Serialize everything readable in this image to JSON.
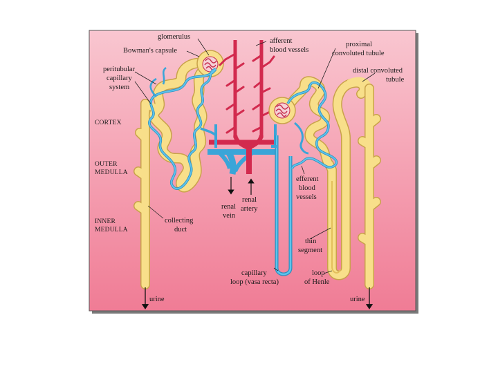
{
  "labels": {
    "glomerulus": "glomerulus",
    "bowmans_capsule": "Bowman's capsule",
    "peritubular_1": "peritubular",
    "peritubular_2": "capillary",
    "peritubular_3": "system",
    "afferent_1": "afferent",
    "afferent_2": "blood vessels",
    "proximal_1": "proximal",
    "proximal_2": "convoluted tubule",
    "distal_1": "distal convoluted",
    "distal_2": "tubule",
    "renal_vein_1": "renal",
    "renal_vein_2": "vein",
    "renal_artery_1": "renal",
    "renal_artery_2": "artery",
    "efferent_1": "efferent",
    "efferent_2": "blood",
    "efferent_3": "vessels",
    "collecting_1": "collecting",
    "collecting_2": "duct",
    "thin_1": "thin",
    "thin_2": "segment",
    "capillary_1": "capillary",
    "capillary_2": "loop (vasa recta)",
    "loop_1": "loop",
    "loop_2": "of Henle",
    "urine_left": "urine",
    "urine_right": "urine"
  },
  "zones": {
    "cortex": "CORTEX",
    "outer_1": "OUTER",
    "outer_2": "MEDULLA",
    "inner_1": "INNER",
    "inner_2": "MEDULLA"
  },
  "colors": {
    "panel_top": "#f8c3ce",
    "panel_bottom": "#f27f97",
    "tubule": "#f8df8a",
    "vein": "#3aa5d8",
    "artery": "#d22a4e"
  }
}
